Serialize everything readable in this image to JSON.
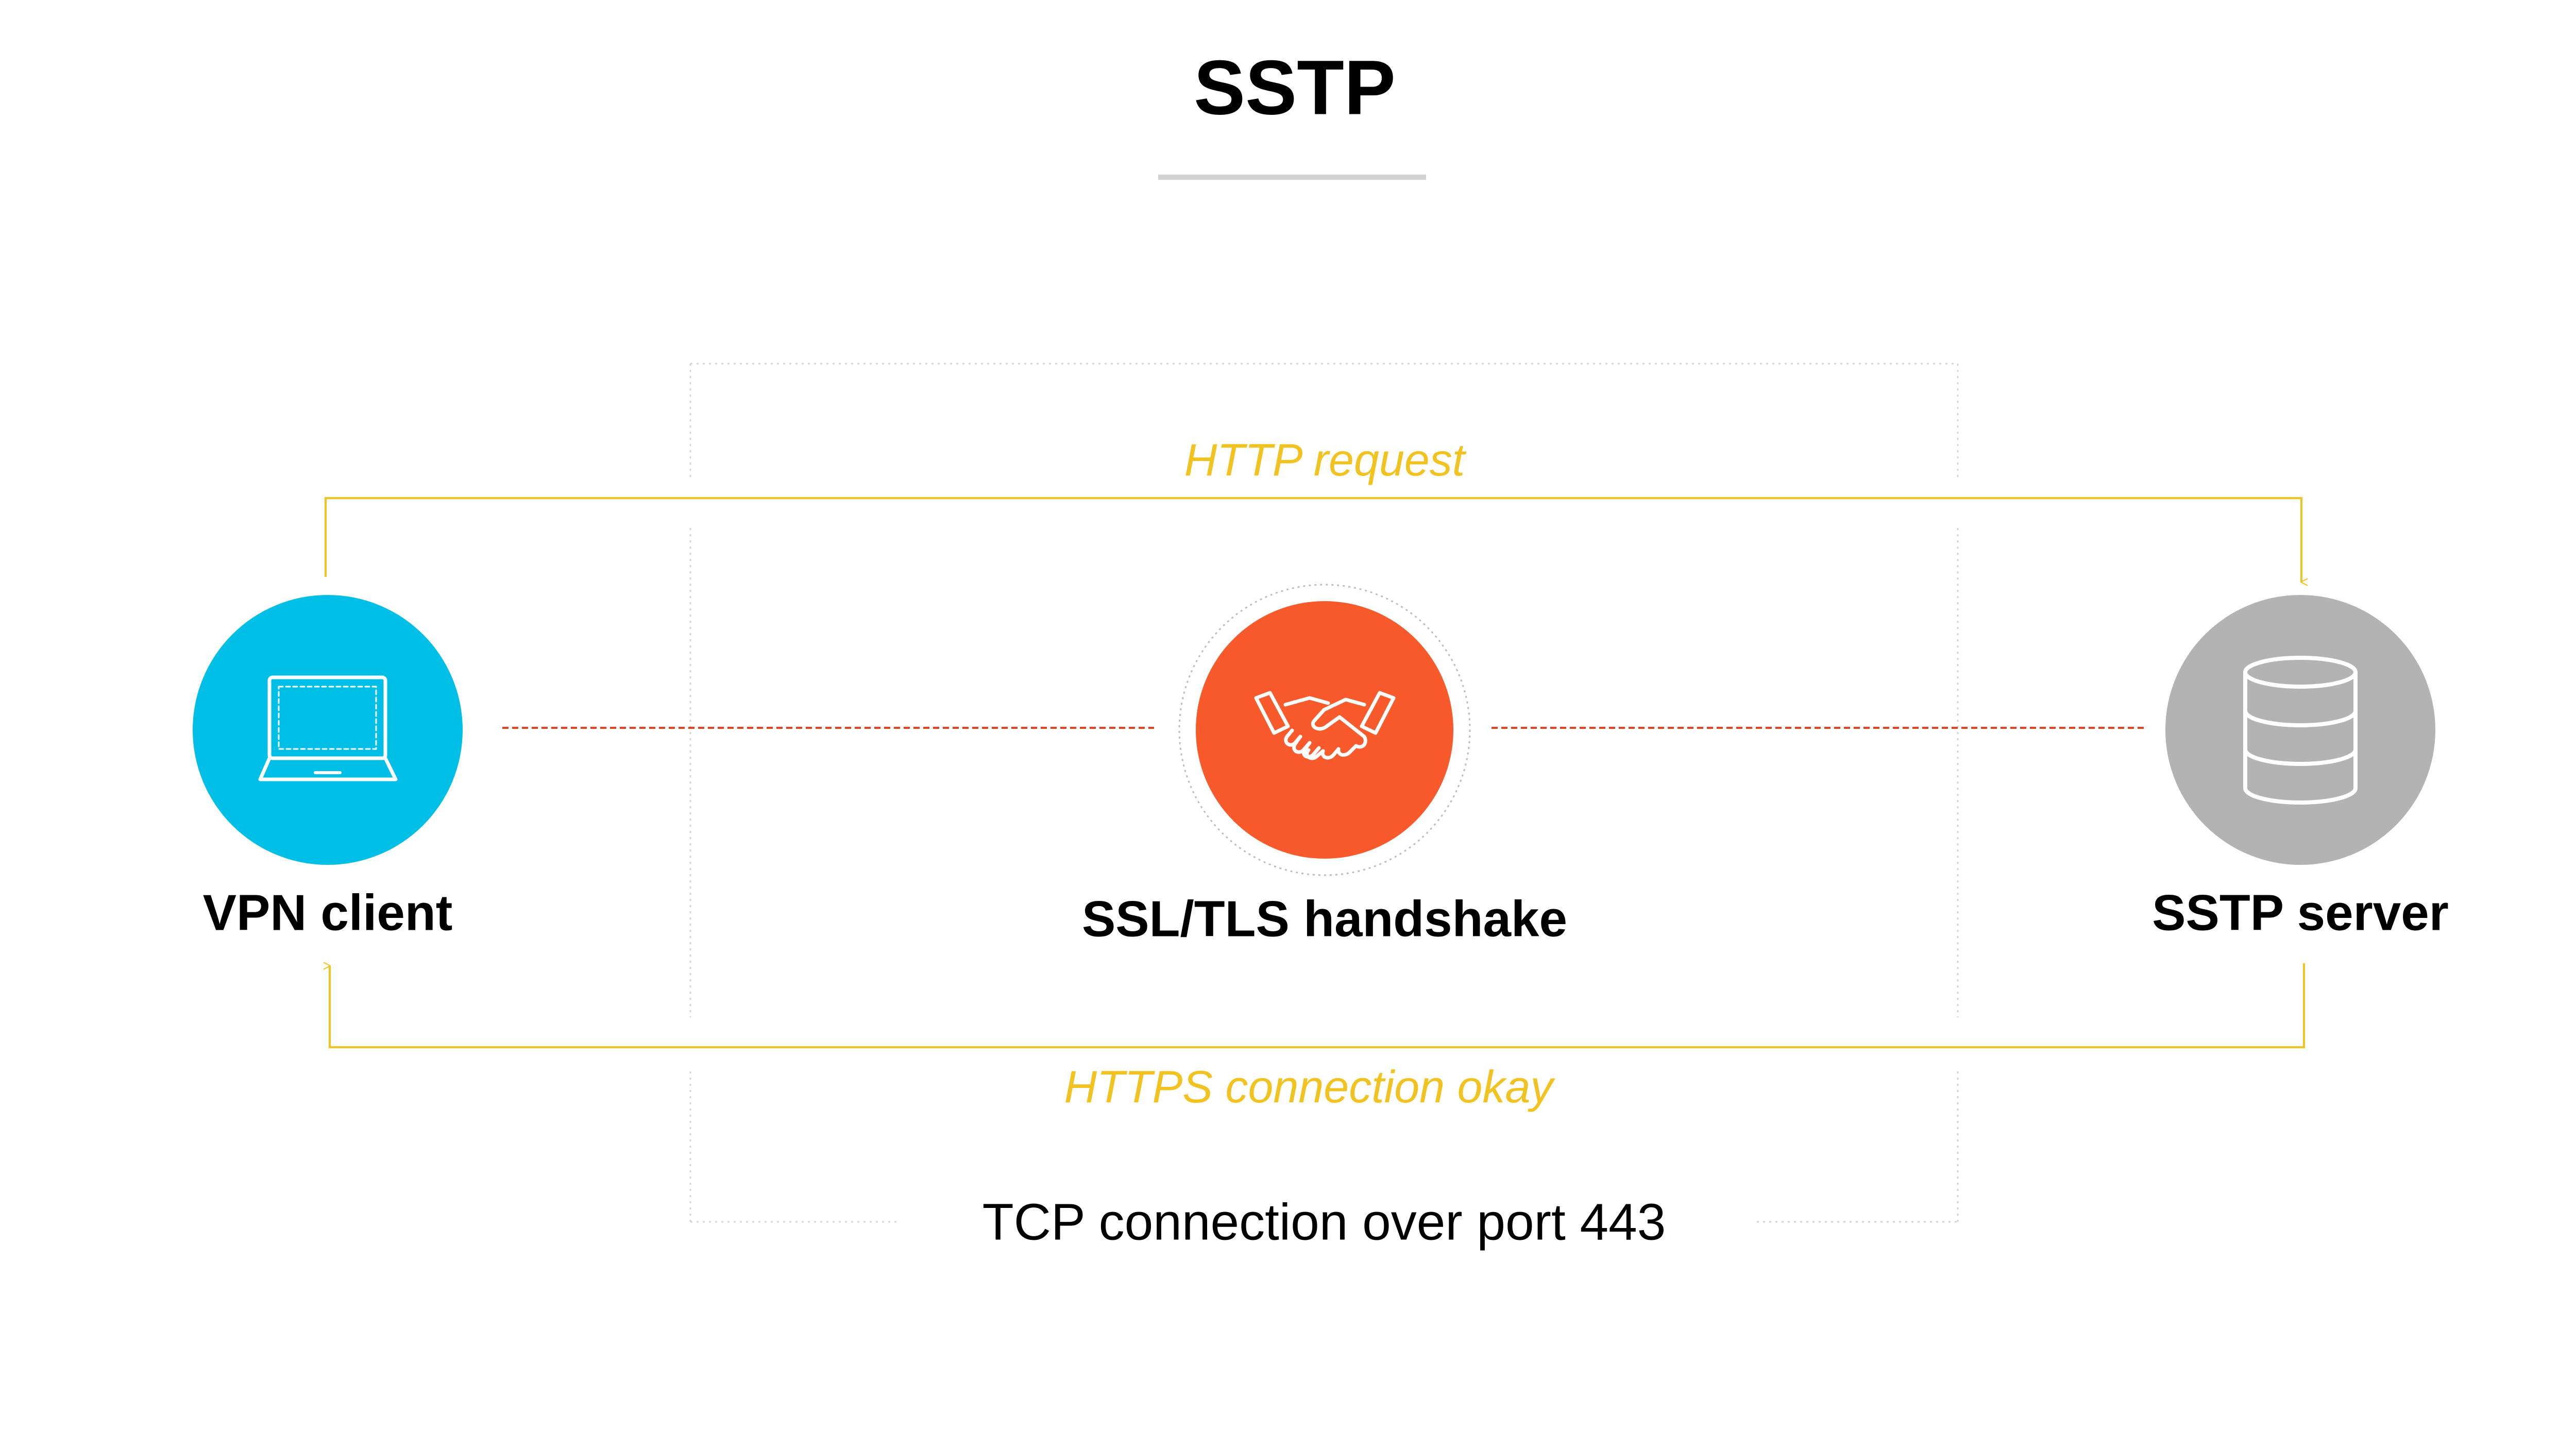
{
  "title": "SSTP",
  "nodes": {
    "client": {
      "label": "VPN client",
      "icon": "laptop-icon",
      "color": "#00BFE6"
    },
    "handshake": {
      "label": "SSL/TLS handshake",
      "icon": "handshake-icon",
      "color": "#F95A2C"
    },
    "server": {
      "label": "SSTP server",
      "icon": "database-icon",
      "color": "#B3B3B3"
    }
  },
  "flows": {
    "request": {
      "label": "HTTP request",
      "color": "#F2C320"
    },
    "response": {
      "label": "HTTPS connection okay",
      "color": "#F2C320"
    }
  },
  "tcp": {
    "label": "TCP connection over port 443"
  },
  "colors": {
    "handshake_line": "#E8401C",
    "frame": "#D6D6D6",
    "divider": "#D3D3D3"
  }
}
